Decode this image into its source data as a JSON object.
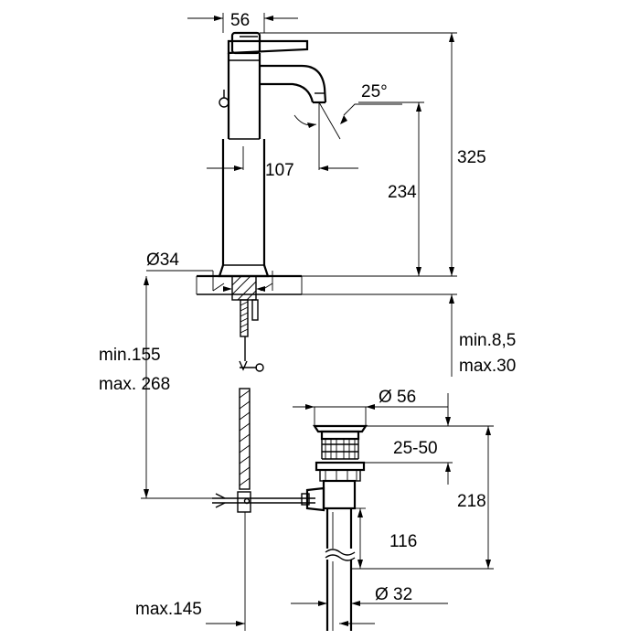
{
  "drawing": {
    "dimensions": {
      "spout_body_width": "56",
      "spout_angle": "25°",
      "spout_reach": "107",
      "spout_outlet_height": "234",
      "overall_height": "325",
      "mounting_hole": "Ø34",
      "deck_thickness": "min.8,5\nmax.30",
      "rod_length_min": "min.155",
      "rod_length_max": "max. 268",
      "waste_head_diameter": "Ø 56",
      "waste_adjust": "25-50",
      "waste_total": "218",
      "waste_body": "116",
      "waste_pipe_diameter": "Ø 32",
      "rod_offset_max": "max.145"
    },
    "deck_thickness_min": "min.8,5",
    "deck_thickness_max": "max.30"
  }
}
